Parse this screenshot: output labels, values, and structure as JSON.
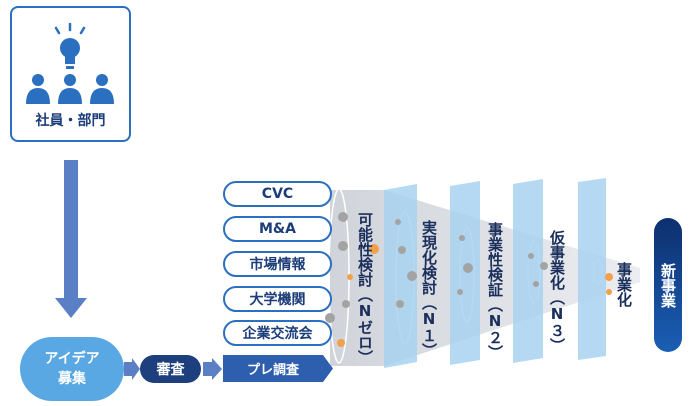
{
  "top_box": {
    "label": "社員・部門"
  },
  "idea": {
    "line1": "アイデア",
    "line2": "募集"
  },
  "review": {
    "label": "審査"
  },
  "sources": [
    "CVC",
    "M&A",
    "市場情報",
    "大学機関",
    "企業交流会"
  ],
  "pre_survey": {
    "label": "プレ調査"
  },
  "stages": [
    {
      "label": "可能性検討（Nゼロ）"
    },
    {
      "label": "実現化検討（N１）"
    },
    {
      "label": "事業性検証（N２）"
    },
    {
      "label": "仮事業化（N３）"
    },
    {
      "label": "事業化"
    }
  ],
  "new_business": {
    "label": "新事業"
  },
  "colors": {
    "navy": "#1d3f7e",
    "blue": "#2a6fc0",
    "light_blue": "#5aa8e3",
    "band": "#a9d3f0",
    "orange": "#f2a04a",
    "grey": "#a3a3a3"
  }
}
